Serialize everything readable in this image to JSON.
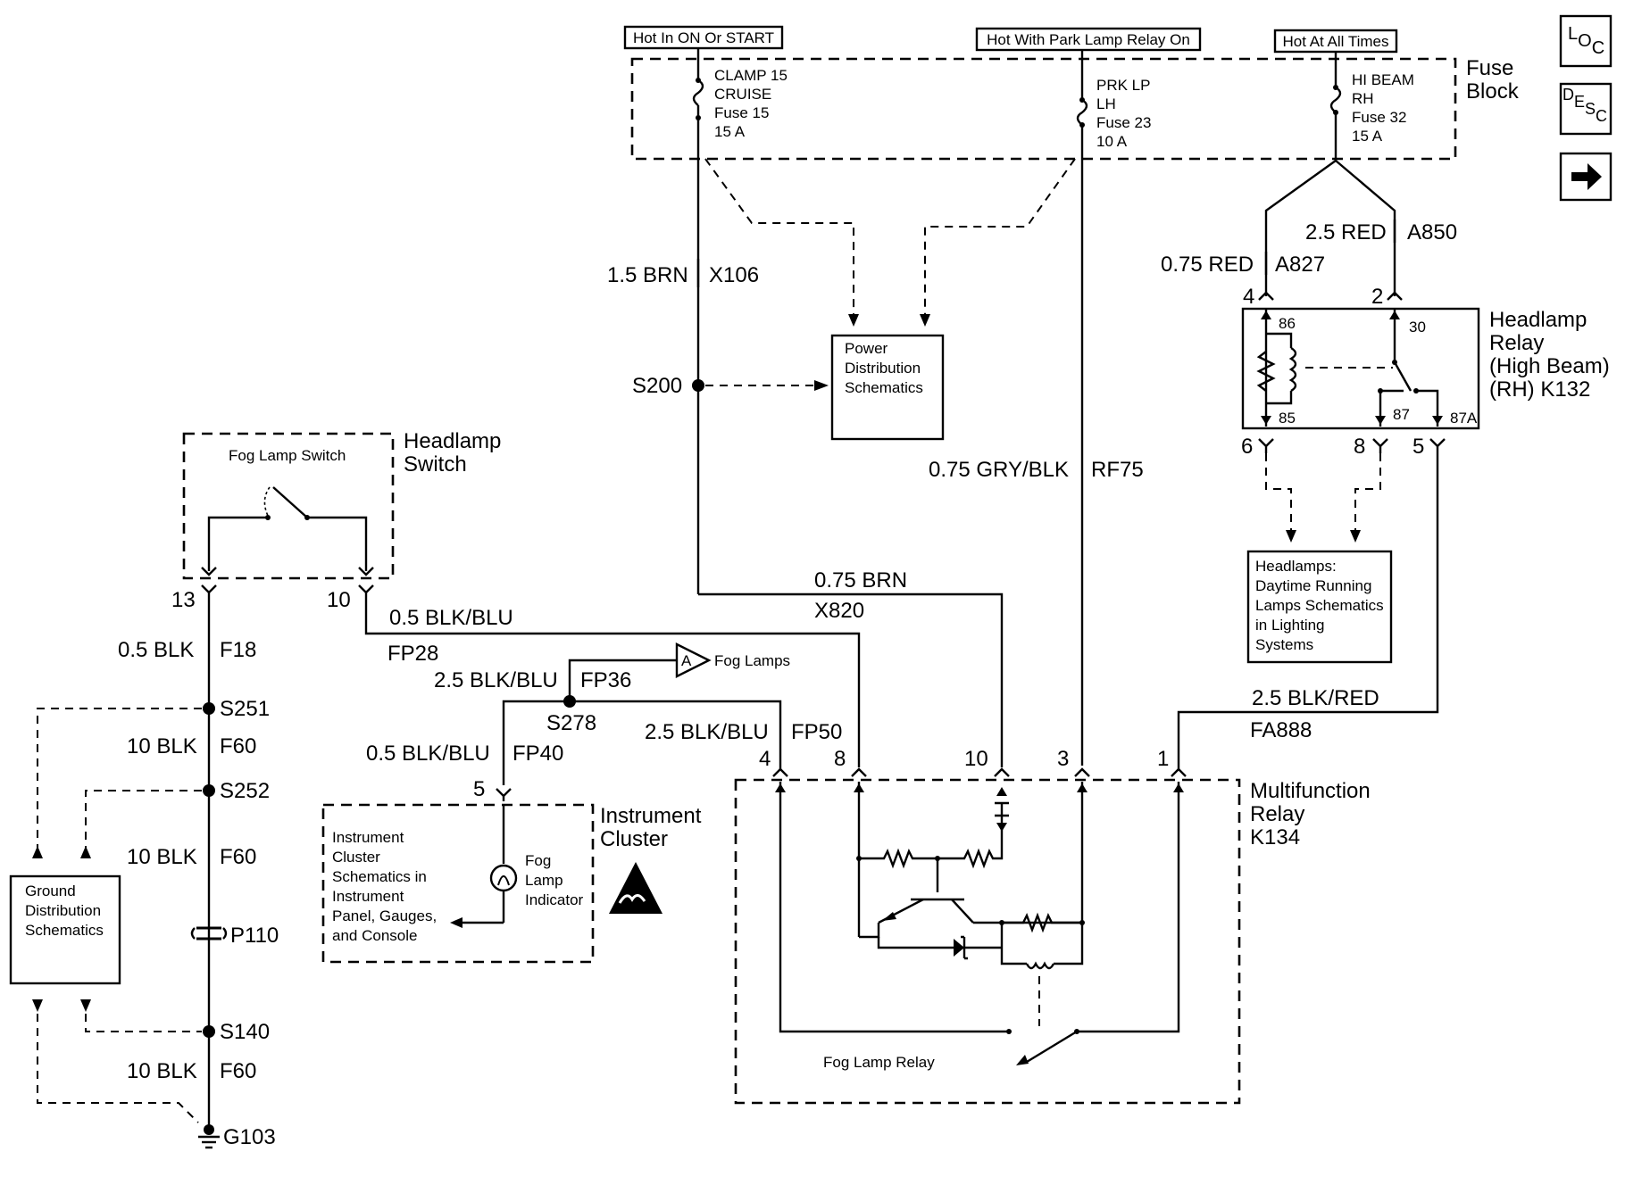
{
  "headers": {
    "hot_on_start": "Hot In ON Or START",
    "hot_park": "Hot With Park Lamp Relay On",
    "hot_all": "Hot At All Times"
  },
  "fuse_block": {
    "title_1": "Fuse",
    "title_2": "Block",
    "fuse15": [
      "CLAMP 15",
      "CRUISE",
      "Fuse 15",
      "15 A"
    ],
    "fuse23": [
      "PRK LP",
      "LH",
      "Fuse 23",
      "10 A"
    ],
    "fuse32": [
      "HI BEAM",
      "RH",
      "Fuse 32",
      "15 A"
    ]
  },
  "nav": {
    "loc": "LOC",
    "desc": "DESC",
    "next": "➔"
  },
  "wires": {
    "w_x106_size": "1.5 BRN",
    "w_x106_id": "X106",
    "w_a827_size": "0.75 RED",
    "w_a827_id": "A827",
    "w_a850_size": "2.5 RED",
    "w_a850_id": "A850",
    "w_rf75_size": "0.75 GRY/BLK",
    "w_rf75_id": "RF75",
    "w_x820_size": "0.75 BRN",
    "w_x820_id": "X820",
    "w_fp28_size": "0.5 BLK/BLU",
    "w_fp28_id": "FP28",
    "w_fp36_size": "2.5 BLK/BLU",
    "w_fp36_id": "FP36",
    "w_fp40_size": "0.5 BLK/BLU",
    "w_fp40_id": "FP40",
    "w_fp50_size": "2.5 BLK/BLU",
    "w_fp50_id": "FP50",
    "w_fa888_size": "2.5 BLK/RED",
    "w_fa888_id": "FA888",
    "w_f18_size": "0.5 BLK",
    "w_f18_id": "F18",
    "w_f60a_size": "10 BLK",
    "w_f60a_id": "F60",
    "w_f60b_size": "10 BLK",
    "w_f60b_id": "F60",
    "w_f60c_size": "10 BLK",
    "w_f60c_id": "F60"
  },
  "splices": {
    "s200": "S200",
    "s278": "S278",
    "s251": "S251",
    "s252": "S252",
    "s140": "S140",
    "p110": "P110",
    "g103": "G103"
  },
  "boxes": {
    "power_dist": [
      "Power",
      "Distribution",
      "Schematics"
    ],
    "headlamps_drl": [
      "Headlamps:",
      "Daytime Running",
      "Lamps Schematics",
      "in Lighting",
      "Systems"
    ],
    "ground_dist": [
      "Ground",
      "Distribution",
      "Schematics"
    ],
    "instrument_cluster_ref": [
      "Instrument",
      "Cluster",
      "Schematics in",
      "Instrument",
      "Panel, Gauges,",
      "and Console"
    ]
  },
  "components": {
    "headlamp_relay": [
      "Headlamp",
      "Relay",
      "(High Beam)",
      "(RH) K132"
    ],
    "relay_pins": {
      "p86": "86",
      "p30": "30",
      "p85": "85",
      "p87": "87",
      "p87a": "87A"
    },
    "headlamp_switch": [
      "Headlamp",
      "Switch"
    ],
    "fog_lamp_switch": "Fog Lamp Switch",
    "instrument_cluster": [
      "Instrument",
      "Cluster"
    ],
    "fog_lamp_indicator": [
      "Fog",
      "Lamp",
      "Indicator"
    ],
    "multifunction_relay": [
      "Multifunction",
      "Relay",
      "K134"
    ],
    "fog_lamp_relay": "Fog Lamp Relay",
    "fog_lamps": "Fog Lamps",
    "connector_a": "A"
  },
  "pins": {
    "k132_4": "4",
    "k132_2": "2",
    "k132_6": "6",
    "k132_8": "8",
    "k132_5": "5",
    "sw_13": "13",
    "sw_10": "10",
    "ic_5": "5",
    "k134_4": "4",
    "k134_8": "8",
    "k134_10": "10",
    "k134_3": "3",
    "k134_1": "1"
  }
}
